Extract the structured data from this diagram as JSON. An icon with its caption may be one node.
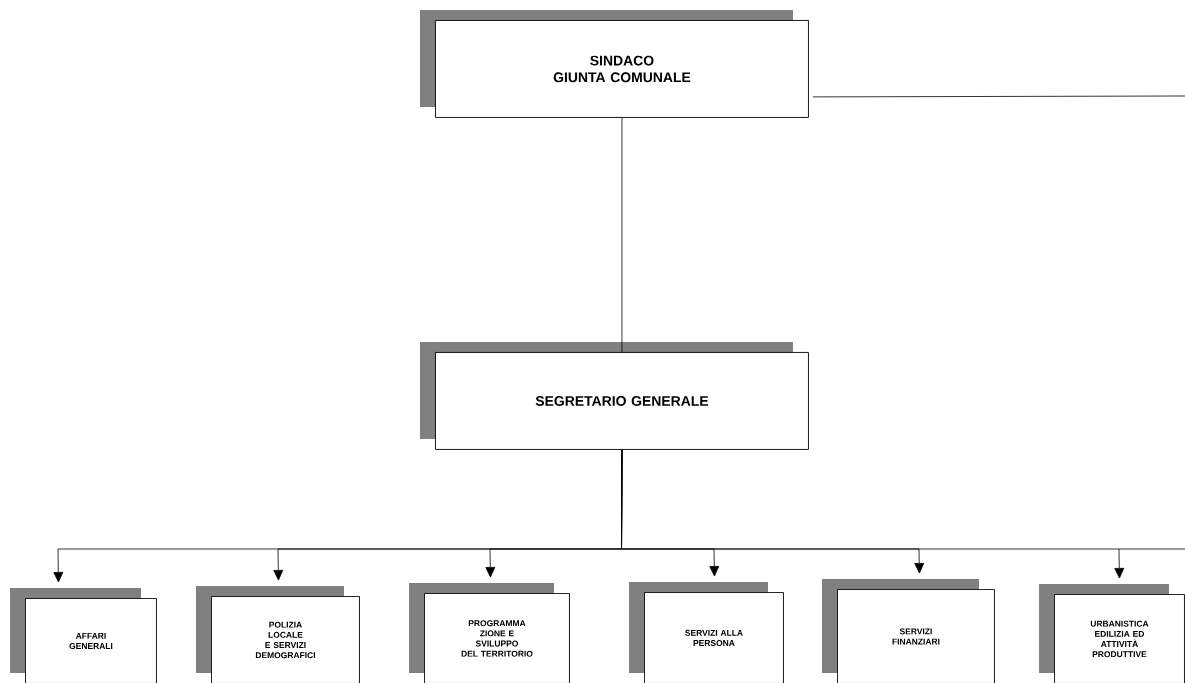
{
  "diagram": {
    "nodes": [
      {
        "text": [
          "SINDACO",
          "GIUNTA COMUNALE"
        ]
      },
      {
        "text": [
          "SEGRETARIO GENERALE"
        ]
      },
      {
        "text": [
          "AFFARI GENERALI"
        ]
      },
      {
        "text": [
          "POLIZIA LOCALE E SERVIZI DEMOGRAFICI"
        ]
      },
      {
        "text": [
          "PROGRAMMA ZIONE E SVILUPPO DEL TERRITORIO"
        ]
      },
      {
        "text": [
          "SERVIZI ALLA PERSONA"
        ]
      },
      {
        "text": [
          "SERVIZI FINANZIARI"
        ]
      },
      {
        "text": [
          "URBANISTICA EDILIZIA ED ATTIVITÀ PRODUTTIVE"
        ]
      }
    ],
    "edges": [
      {
        "from": 0,
        "to": null,
        "arrow": "none"
      },
      {
        "from": 0,
        "to": 1,
        "arrow": "none"
      },
      {
        "from": 1,
        "to": 2,
        "arrow": "to"
      },
      {
        "from": 1,
        "to": 3,
        "arrow": "to"
      },
      {
        "from": 1,
        "to": 4,
        "arrow": "to"
      },
      {
        "from": 1,
        "to": 5,
        "arrow": "to"
      },
      {
        "from": 1,
        "to": 6,
        "arrow": "to"
      },
      {
        "from": 1,
        "to": 7,
        "arrow": "to"
      }
    ]
  }
}
